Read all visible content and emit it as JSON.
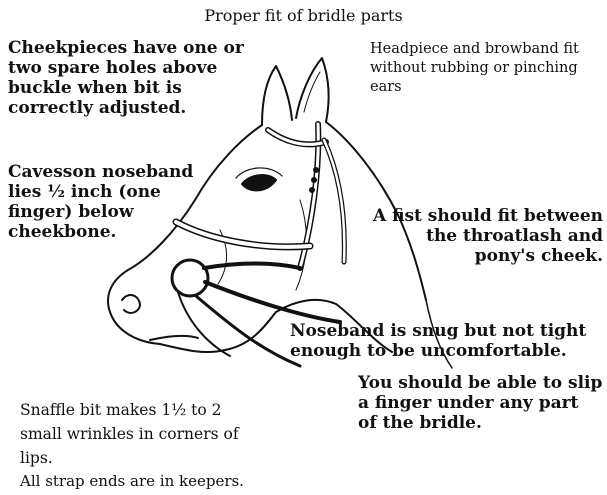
{
  "title": "Proper fit of bridle parts",
  "callouts": {
    "cheekpieces": "Cheekpieces have one or\ntwo spare holes above\nbuckle when bit is\ncorrectly adjusted.",
    "headpiece": "Headpiece and browband fit\nwithout rubbing or pinching\nears",
    "cavesson": "Cavesson noseband\nlies ½ inch (one\nfinger) below\ncheekbone.",
    "fist": "A fist should fit between\nthe throatlash and\npony's cheek.",
    "noseband": "Noseband is snug but not tight\nenough to be uncomfortable.",
    "finger": "You should be able to slip\na finger under any part\nof the bridle.",
    "snaffle": "Snaffle bit makes 1½ to 2\nsmall wrinkles in corners of\nlips.",
    "keepers": "All strap ends are in keepers."
  },
  "illustration": {
    "subject": "horse-head-with-bridle",
    "line_color": "#111111",
    "background": "#ffffff"
  }
}
